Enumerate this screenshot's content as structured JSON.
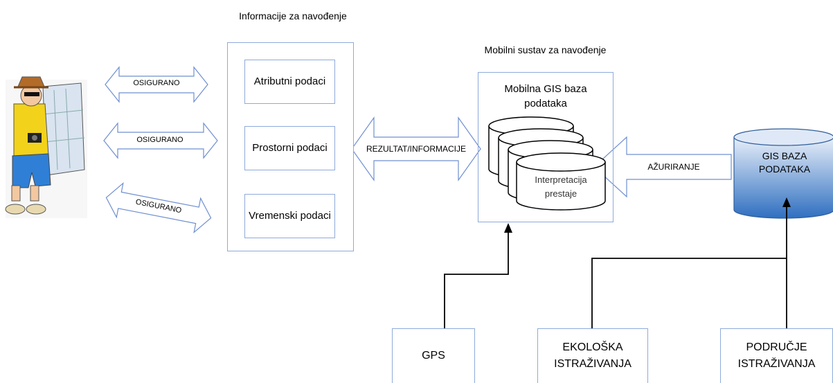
{
  "info_group": {
    "title": "Informacije za navođenje",
    "items": [
      "Atributni podaci",
      "Prostorni podaci",
      "Vremenski podaci"
    ]
  },
  "arrows": {
    "osigurano": [
      "OSIGURANO",
      "OSIGURANO",
      "OSIGURANO"
    ],
    "rezultat": "REZULTAT/INFORMACIJE",
    "azuriranje": "AŽURIRANJE"
  },
  "mobile_system": {
    "title": "Mobilni sustav za navođenje",
    "db_title": "Mobilna GIS baza podataka",
    "cylinder_label": "Interpretacija prestaje"
  },
  "gis_db": {
    "label": "GIS BAZA PODATAKA"
  },
  "sources": [
    "GPS",
    "EKOLOŠKA ISTRAŽIVANJA",
    "PODRUČJE ISTRAŽIVANJA"
  ],
  "colors": {
    "box_border": "#8eaadb",
    "arrow_fill": "#ffffff",
    "arrow_stroke": "#6f8fd0",
    "gis_top": "#dfe8f7",
    "gis_bottom": "#2f6fc0"
  }
}
